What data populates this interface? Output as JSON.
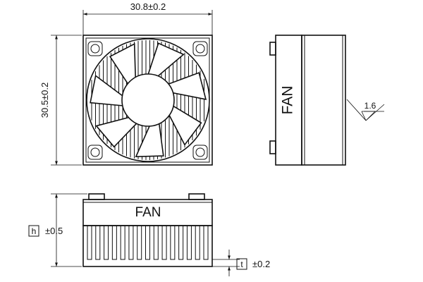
{
  "title": "",
  "top_view": {
    "width_dim": "30.8±0.2",
    "height_dim": "30.5±0.2"
  },
  "side_view": {
    "label": "FAN",
    "roughness": "1.6"
  },
  "front_view": {
    "label": "FAN",
    "h_box": "h",
    "h_tol": "±0.5",
    "t_box": "t",
    "t_tol": "±0.2"
  }
}
